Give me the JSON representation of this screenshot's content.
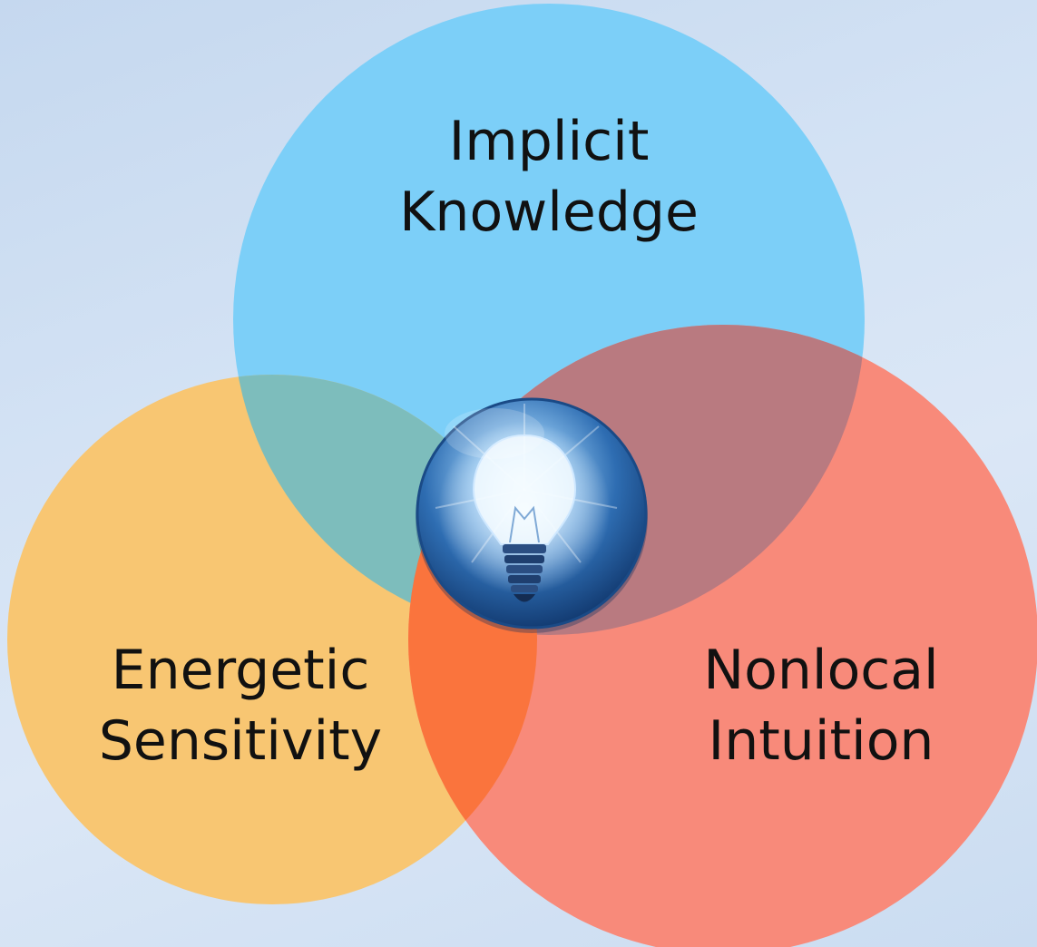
{
  "diagram": {
    "type": "venn",
    "circles": [
      {
        "id": "top",
        "lines": [
          "Implicit",
          "Knowledge"
        ],
        "color": "#7ccff8"
      },
      {
        "id": "left",
        "lines": [
          "Energetic",
          "Sensitivity"
        ],
        "color": "#f8c672"
      },
      {
        "id": "right",
        "lines": [
          "Nonlocal",
          "Intuition"
        ],
        "color": "#f88a7a"
      }
    ],
    "overlap_colors": {
      "top_left": "#7dbdbc",
      "top_right": "#b97a80",
      "left_right": "#fa743d"
    },
    "center_icon": "lightbulb-icon",
    "center_icon_color": "#1e5596"
  }
}
